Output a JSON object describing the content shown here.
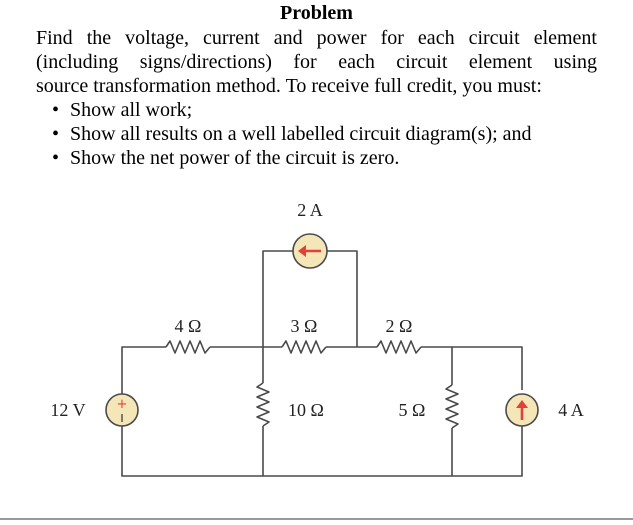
{
  "problem": {
    "title": "Problem",
    "lines": [
      "Find the voltage, current and power for each circuit element",
      "(including signs/directions) for each circuit element using",
      "source transformation method. To receive full credit, you must:"
    ],
    "bullets": [
      "Show all work;",
      "Show all results on a well labelled circuit diagram(s); and",
      "Show the net power of the circuit is zero."
    ]
  },
  "circuit": {
    "current_source_top": "2 A",
    "resistor_4": "4 Ω",
    "resistor_3": "3 Ω",
    "resistor_2": "2 Ω",
    "voltage_source": "12 V",
    "resistor_10": "10 Ω",
    "resistor_5": "5 Ω",
    "current_source_right": "4 A",
    "colors": {
      "wire": "#4a4a4a",
      "source_fill": "#f5e6b8",
      "arrow": "#e0413a"
    }
  }
}
